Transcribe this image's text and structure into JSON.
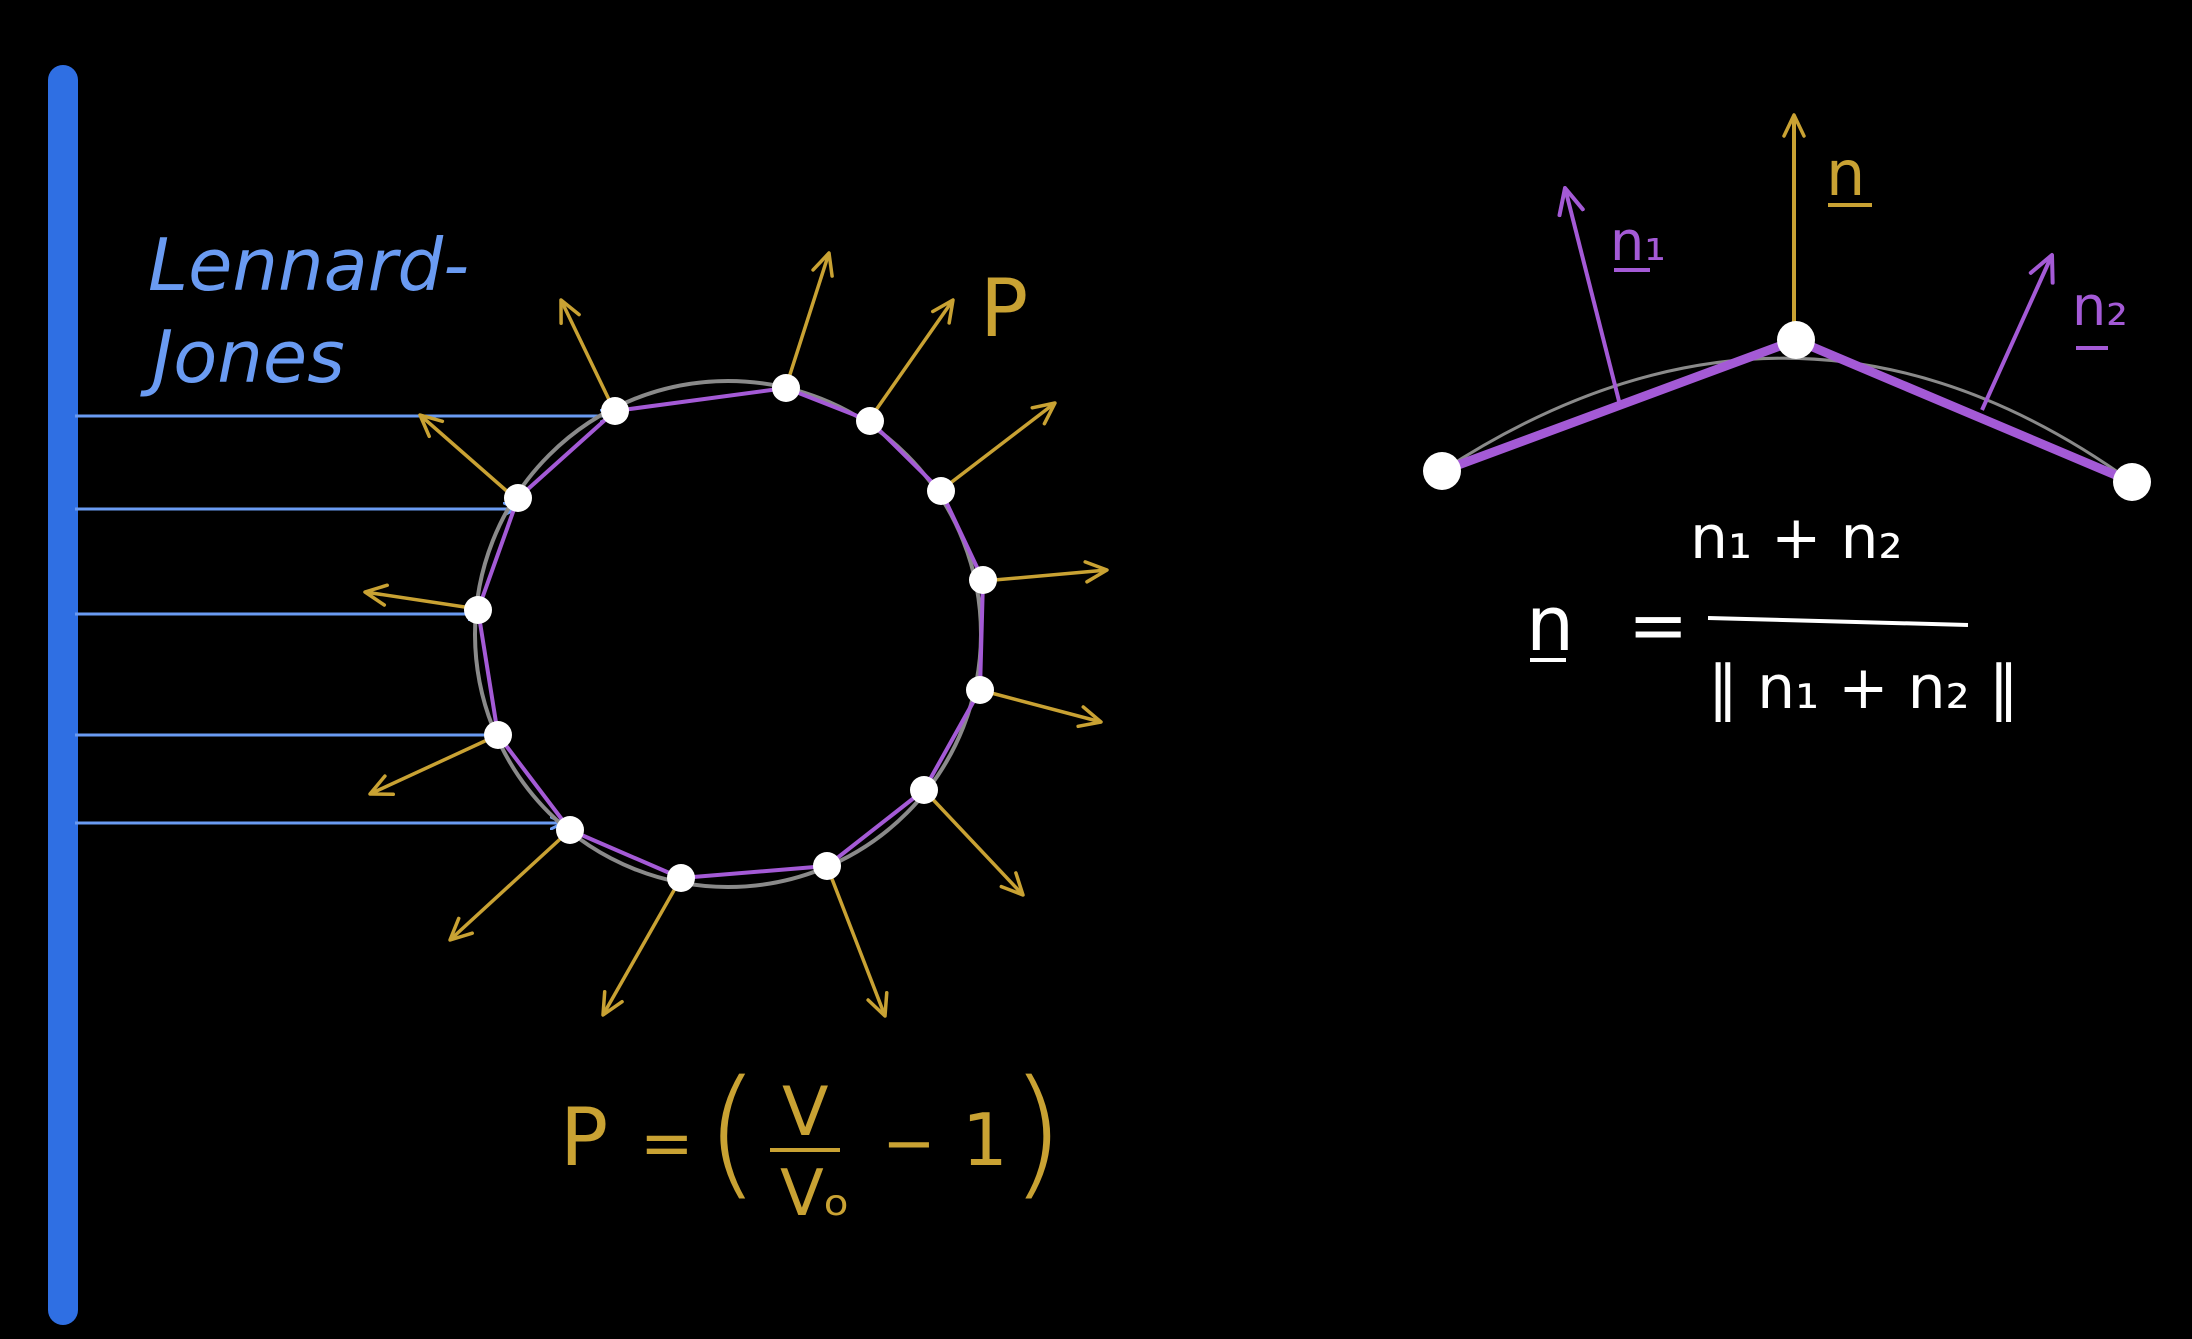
{
  "colors": {
    "background": "#000000",
    "wall": "#2f6fe3",
    "lennard_jones": "#6a9bf2",
    "force_arrow": "#c9a233",
    "membrane_line": "#a45ad6",
    "circle": "#8a8a8a",
    "node": "#ffffff",
    "normal_edge": "#a45ad6",
    "normal_vertex": "#c9a233"
  },
  "labels": {
    "lennard_line1": "Lennard-",
    "lennard_line2": "Jones",
    "pressure": "P",
    "pressure_formula": {
      "lhs": "P",
      "equals": "=",
      "open_paren": "(",
      "numerator": "V",
      "denominator": "Vₒ",
      "minus": "−",
      "one": "1",
      "close_paren": ")"
    },
    "normal_vertex": "n",
    "normal_edge1": "n₁",
    "normal_edge2": "n₂",
    "normal_formula": {
      "lhs": "n",
      "equals": "=",
      "numerator": "n₁  +  n₂",
      "denominator": "‖ n₁ + n₂ ‖"
    }
  }
}
